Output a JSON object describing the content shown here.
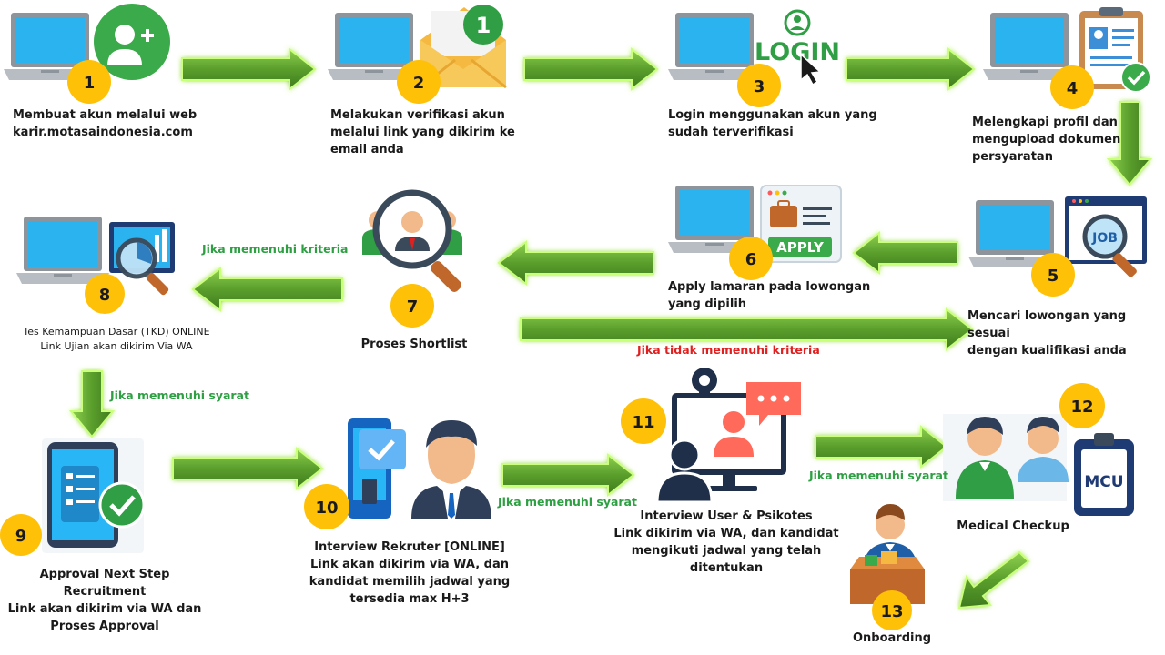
{
  "steps": [
    {
      "num": "1",
      "lines": [
        "Membuat akun melalui web",
        "karir.motasaindonesia.com"
      ]
    },
    {
      "num": "2",
      "lines": [
        "Melakukan verifikasi akun",
        "melalui link yang dikirim ke",
        "email anda"
      ]
    },
    {
      "num": "3",
      "lines": [
        "Login menggunakan akun yang",
        "sudah terverifikasi"
      ]
    },
    {
      "num": "4",
      "lines": [
        "Melengkapi profil dan",
        "mengupload dokumen",
        "persyaratan"
      ]
    },
    {
      "num": "5",
      "lines": [
        "Mencari lowongan yang sesuai",
        "dengan kualifikasi anda"
      ]
    },
    {
      "num": "6",
      "lines": [
        "Apply lamaran pada lowongan",
        "yang dipilih"
      ]
    },
    {
      "num": "7",
      "lines": [
        "Proses Shortlist"
      ]
    },
    {
      "num": "8",
      "lines": [
        "Tes Kemampuan Dasar (TKD)  ONLINE",
        "Link Ujian akan dikirim Via WA"
      ]
    },
    {
      "num": "9",
      "lines": [
        "Approval Next Step Recruitment",
        "Link akan dikirim via WA dan",
        "Proses Approval"
      ]
    },
    {
      "num": "10",
      "lines": [
        "Interview Rekruter [ONLINE]",
        "Link akan dikirim via WA, dan",
        "kandidat memilih jadwal yang",
        "tersedia max H+3"
      ]
    },
    {
      "num": "11",
      "lines": [
        "Interview User & Psikotes",
        "Link dikirim via WA, dan kandidat",
        "mengikuti jadwal yang telah",
        "ditentukan"
      ]
    },
    {
      "num": "12",
      "lines": [
        "Medical Checkup"
      ]
    },
    {
      "num": "13",
      "lines": [
        "Onboarding"
      ]
    }
  ],
  "conditions": {
    "crit_pass": "Jika memenuhi kriteria",
    "crit_fail": "Jika tidak memenuhi kriteria",
    "req_pass_a": "Jika memenuhi syarat",
    "req_pass_b": "Jika memenuhi syarat",
    "req_pass_c": "Jika memenuhi syarat"
  },
  "icon_text": {
    "email_badge": "1",
    "login": "LOGIN",
    "apply": "APPLY",
    "job": "JOB",
    "mcu": "MCU"
  },
  "colors": {
    "badge": "#ffc107",
    "arrow": "#6bb33a",
    "arrow_glow": "#b8ff6a",
    "screen": "#29b6f6",
    "laptop": "#9aa1a8",
    "green_icon": "#3aaa4a",
    "ok_text": "#2ea043",
    "fail_text": "#e02020"
  }
}
